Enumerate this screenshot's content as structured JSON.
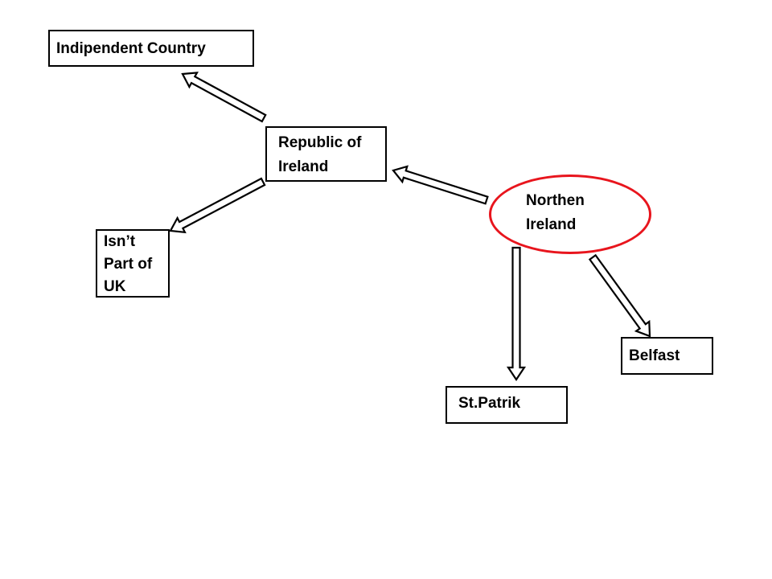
{
  "diagram": {
    "nodes": {
      "independent": {
        "label": "Indipendent Country"
      },
      "republic": {
        "label": "Republic of\nIreland"
      },
      "isnt_uk": {
        "label": "Isn’t\nPart of\nUK"
      },
      "northern": {
        "label": "Northen\nIreland"
      },
      "belfast": {
        "label": "Belfast"
      },
      "stpatrik": {
        "label": "St.Patrik"
      }
    },
    "edges": [
      {
        "from": "republic",
        "to": "independent"
      },
      {
        "from": "republic",
        "to": "isnt_uk"
      },
      {
        "from": "northern",
        "to": "republic"
      },
      {
        "from": "northern",
        "to": "stpatrik"
      },
      {
        "from": "northern",
        "to": "belfast"
      }
    ],
    "colors": {
      "box_border": "#000000",
      "ellipse_border": "#e8151d",
      "arrow_stroke": "#000000",
      "arrow_fill": "#ffffff"
    }
  }
}
